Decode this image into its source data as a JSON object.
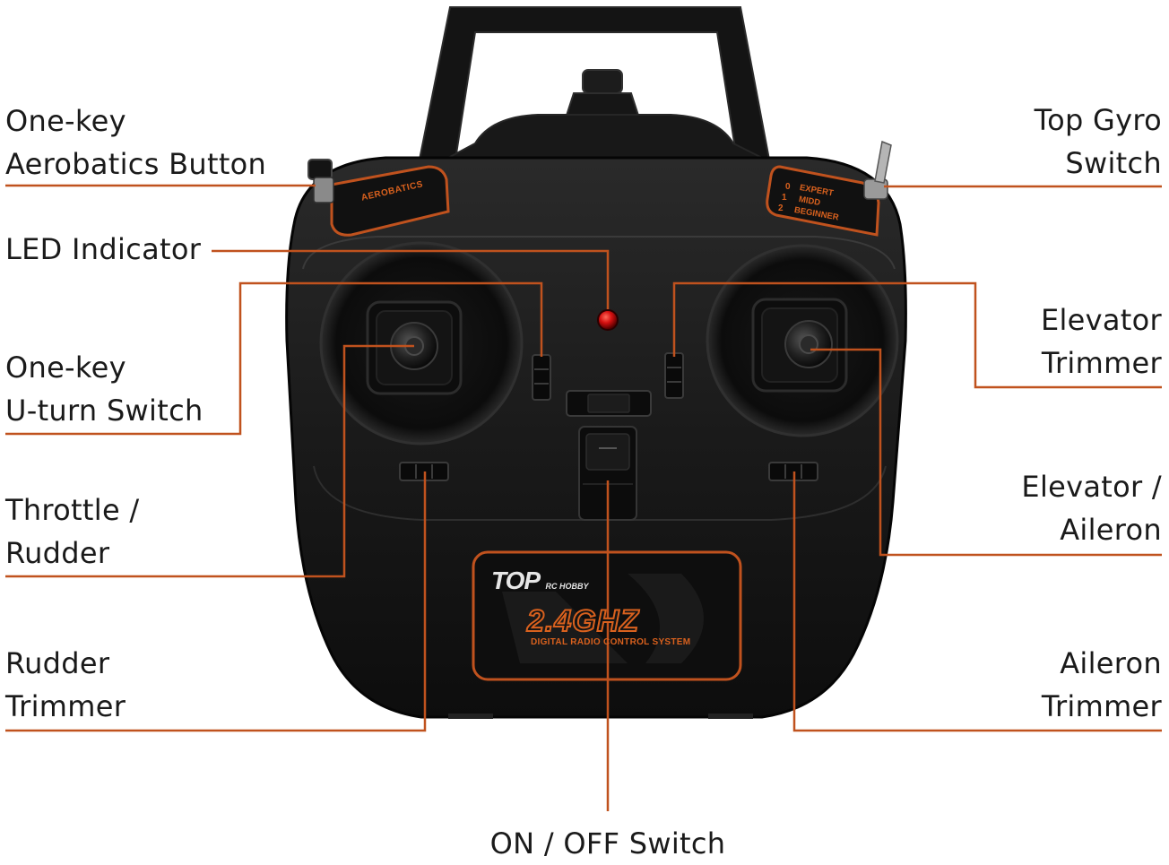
{
  "diagram": {
    "accent_color": "#c0521e",
    "body_color": "#141414",
    "callouts": {
      "aerobatics_button": [
        "One-key",
        "Aerobatics Button"
      ],
      "led_indicator": [
        "LED Indicator"
      ],
      "uturn_switch": [
        "One-key",
        "U-turn Switch"
      ],
      "throttle_rudder": [
        "Throttle /",
        "Rudder"
      ],
      "rudder_trimmer": [
        "Rudder",
        "Trimmer"
      ],
      "gyro_switch": [
        "Top Gyro",
        "Switch"
      ],
      "elevator_trimmer": [
        "Elevator",
        "Trimmer"
      ],
      "elevator_aileron": [
        "Elevator /",
        "Aileron"
      ],
      "aileron_trimmer": [
        "Aileron",
        "Trimmer"
      ],
      "power_switch": [
        "ON / OFF Switch"
      ]
    },
    "device_labels": {
      "aerobatics_panel": "AEROBATICS",
      "mode_expert": "EXPERT",
      "mode_midd": "MIDD",
      "mode_beginner": "BEGINNER",
      "mode_nums": [
        "0",
        "1",
        "2"
      ],
      "brand": "TOP",
      "brand_sub": "RC HOBBY",
      "frequency": "2.4GHZ",
      "system": "DIGITAL RADIO CONTROL SYSTEM"
    }
  }
}
